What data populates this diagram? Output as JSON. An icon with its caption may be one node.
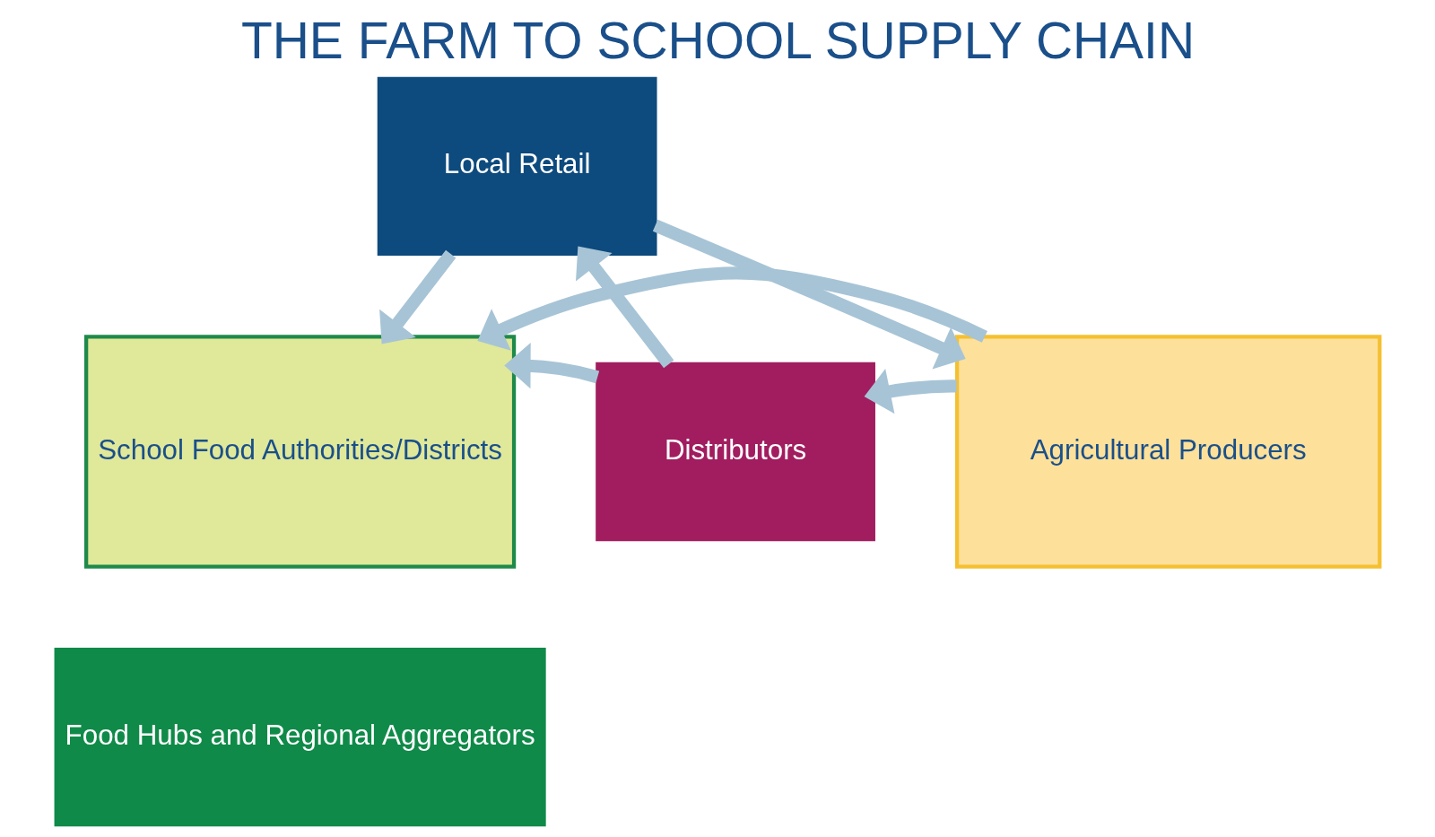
{
  "diagram": {
    "title": "THE FARM TO SCHOOL SUPPLY CHAIN",
    "nodes": [
      {
        "text": [
          "Local Retail"
        ]
      },
      {
        "text": [
          "School Food Authorities/Districts"
        ]
      },
      {
        "text": [
          "Distributors"
        ]
      },
      {
        "text": [
          "Agricultural Producers"
        ]
      },
      {
        "text": [
          "Food Hubs and Regional Aggregators"
        ]
      }
    ],
    "edges": [
      {
        "from": 0,
        "to": 1,
        "arrow": "to"
      },
      {
        "from": 0,
        "to": 3,
        "arrow": "to"
      },
      {
        "from": 2,
        "to": 0,
        "arrow": "to"
      },
      {
        "from": 2,
        "to": 1,
        "arrow": "to"
      },
      {
        "from": 3,
        "to": 2,
        "arrow": "to"
      },
      {
        "from": 3,
        "to": 1,
        "arrow": "to"
      }
    ]
  }
}
